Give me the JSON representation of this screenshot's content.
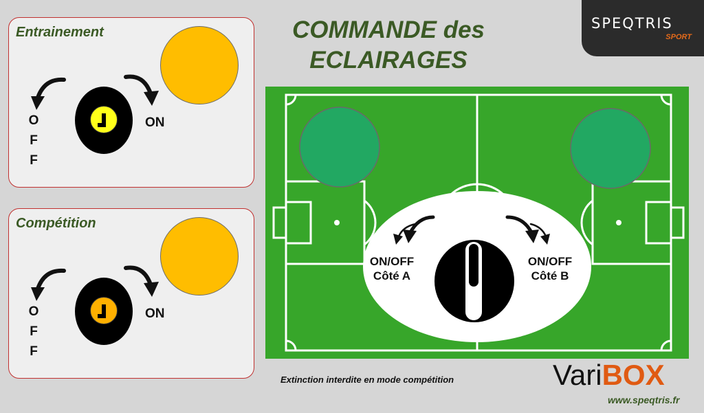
{
  "title": {
    "line1": "COMMANDE des",
    "line2": "ECLAIRAGES"
  },
  "brand": {
    "name": "SPEQTRIS",
    "subtitle": "SPORT"
  },
  "panels": [
    {
      "title": "Entrainement",
      "off_letters": [
        "O",
        "F",
        "F"
      ],
      "on_label": "ON",
      "lamp_color": "#ffbd00",
      "key_color": "#ffff1a"
    },
    {
      "title": "Compétition",
      "off_letters": [
        "O",
        "F",
        "F"
      ],
      "on_label": "ON",
      "lamp_color": "#ffbd00",
      "key_color": "#ffb000"
    }
  ],
  "field": {
    "side_a": {
      "line1": "ON/OFF",
      "line2": "Côté A"
    },
    "side_b": {
      "line1": "ON/OFF",
      "line2": "Côté B"
    },
    "lamp_color": "#22a862",
    "grass_color": "#37a62a"
  },
  "footer": {
    "note": "Extinction interdite en mode compétition",
    "logo_part1": "Vari",
    "logo_part2": "BOX",
    "website": "www.speqtris.fr"
  }
}
